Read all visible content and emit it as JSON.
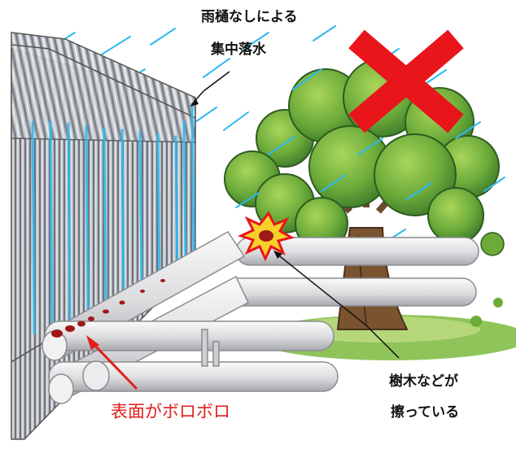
{
  "annotations": {
    "drainage": {
      "line1": "雨樋なしによる",
      "line2": "集中落水"
    },
    "tree_rub": {
      "line1": "樹木などが",
      "line2": "擦っている"
    },
    "surface_damage": "表面がボロボロ"
  },
  "colors": {
    "ng_mark": "#e8151b",
    "damage_text": "#e0201c",
    "damage_spot": "#a01818",
    "rain": "#2fb8f0",
    "pipe": "#e6e6e8",
    "tree_foliage": "#6cab3a",
    "trunk": "#7a5430"
  },
  "icons": [
    "ng-cross-icon",
    "impact-burst-icon"
  ]
}
